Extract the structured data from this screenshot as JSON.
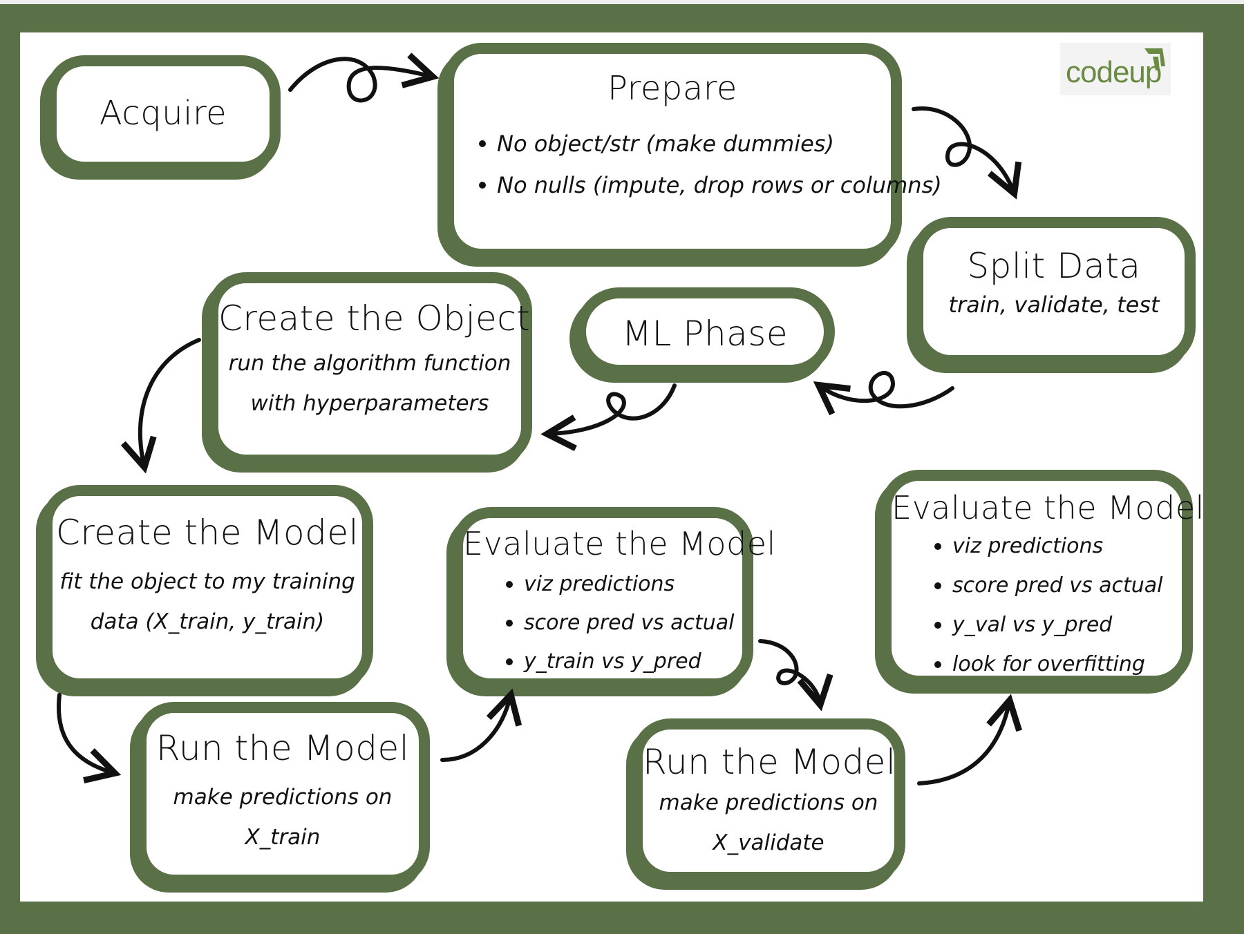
{
  "logo": {
    "text": "codeup"
  },
  "nodes": {
    "acquire": {
      "title": "Acquire"
    },
    "prepare": {
      "title": "Prepare",
      "bullets": [
        "No object/str (make dummies)",
        "No nulls (impute, drop rows or columns)"
      ]
    },
    "split_data": {
      "title": "Split Data",
      "sub": "train, validate, test"
    },
    "ml_phase": {
      "title": "ML Phase"
    },
    "create_object": {
      "title": "Create the Object",
      "lines": [
        "run the algorithm function",
        "with hyperparameters"
      ]
    },
    "create_model": {
      "title": "Create the Model",
      "lines": [
        "fit the object to my training",
        "data (X_train, y_train)"
      ]
    },
    "run_model_train": {
      "title": "Run the Model",
      "lines": [
        "make predictions on",
        "X_train"
      ]
    },
    "evaluate_train": {
      "title": "Evaluate the Model",
      "bullets": [
        "viz predictions",
        "score pred vs actual",
        "y_train vs y_pred"
      ]
    },
    "run_model_validate": {
      "title": "Run the Model",
      "lines": [
        "make predictions on",
        "X_validate"
      ]
    },
    "evaluate_validate": {
      "title": "Evaluate the Model",
      "bullets": [
        "viz predictions",
        "score pred vs actual",
        "y_val vs y_pred",
        "look for overfitting"
      ]
    }
  },
  "colors": {
    "frame": "#5a7046",
    "panel": "#ffffff",
    "text": "#111111",
    "logo": "#6b8a43"
  }
}
